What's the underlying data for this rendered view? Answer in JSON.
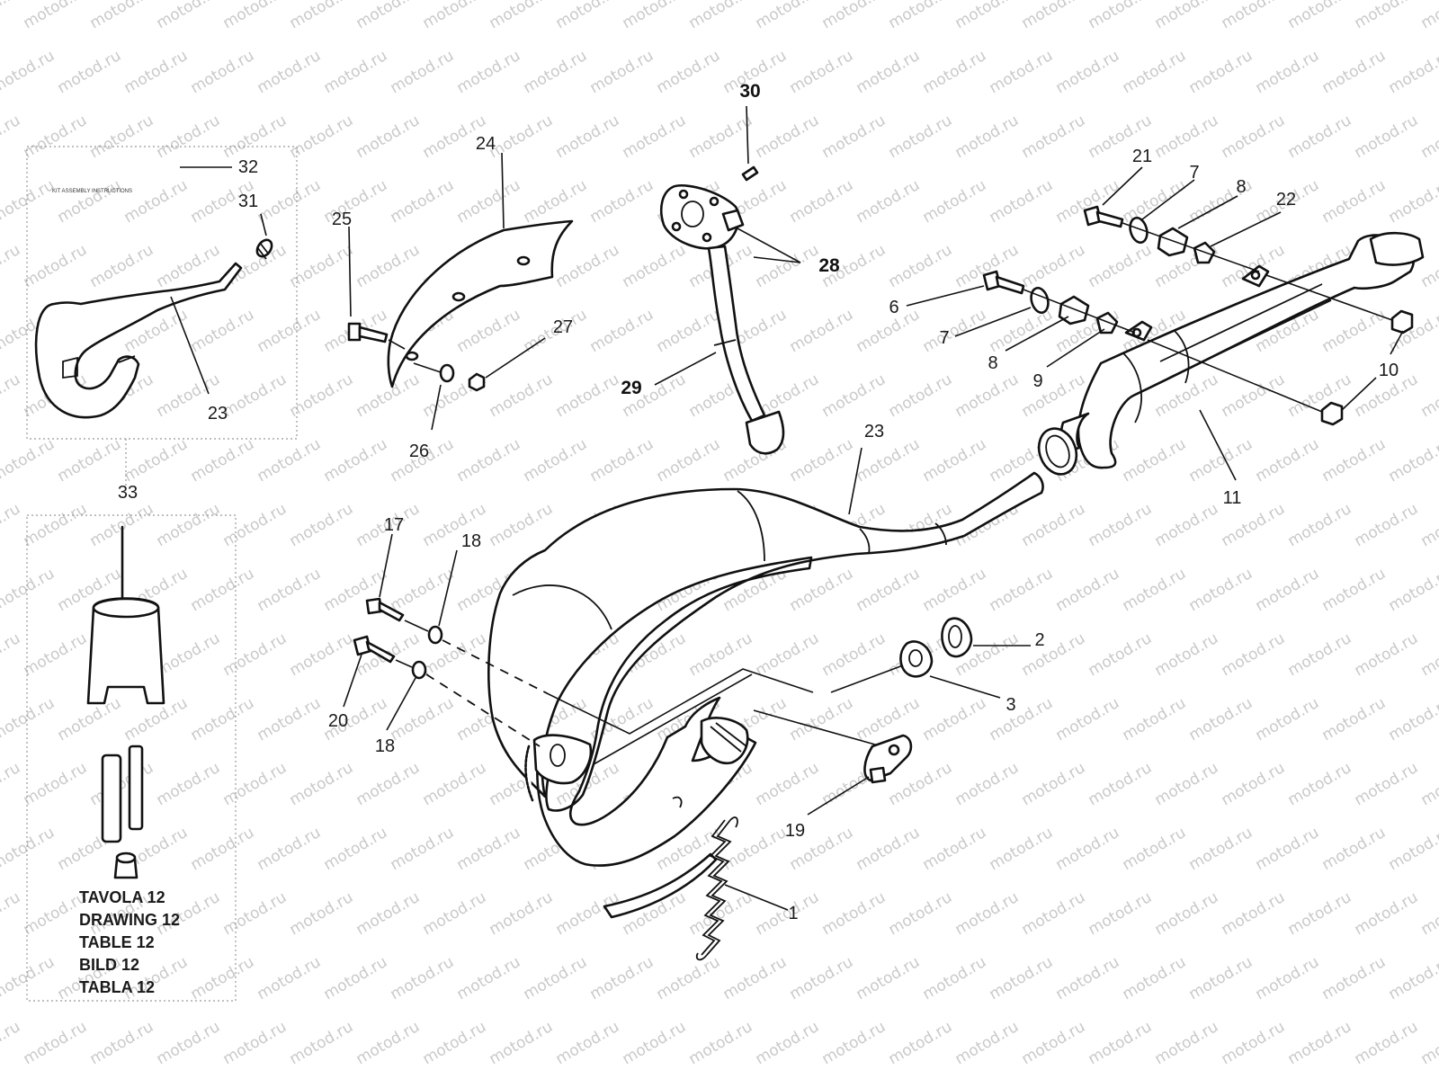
{
  "watermark": {
    "text": "motod.ru"
  },
  "callouts": {
    "c1": "1",
    "c2": "2",
    "c3": "3",
    "c6": "6",
    "c7a": "7",
    "c7b": "7",
    "c8a": "8",
    "c8b": "8",
    "c9": "9",
    "c10": "10",
    "c11": "11",
    "c17": "17",
    "c18a": "18",
    "c18b": "18",
    "c19": "19",
    "c20": "20",
    "c21": "21",
    "c22": "22",
    "c23a": "23",
    "c23b": "23",
    "c24": "24",
    "c25": "25",
    "c26": "26",
    "c27": "27",
    "c28": "28",
    "c29": "29",
    "c30": "30",
    "c31": "31",
    "c32": "32",
    "c33": "33"
  },
  "kit_instructions": "KIT ASSEMBLY INSTRUCTIONS",
  "table_labels": [
    "TAVOLA 12",
    "DRAWING 12",
    "TABLE 12",
    "BILD 12",
    "TABLA 12"
  ]
}
